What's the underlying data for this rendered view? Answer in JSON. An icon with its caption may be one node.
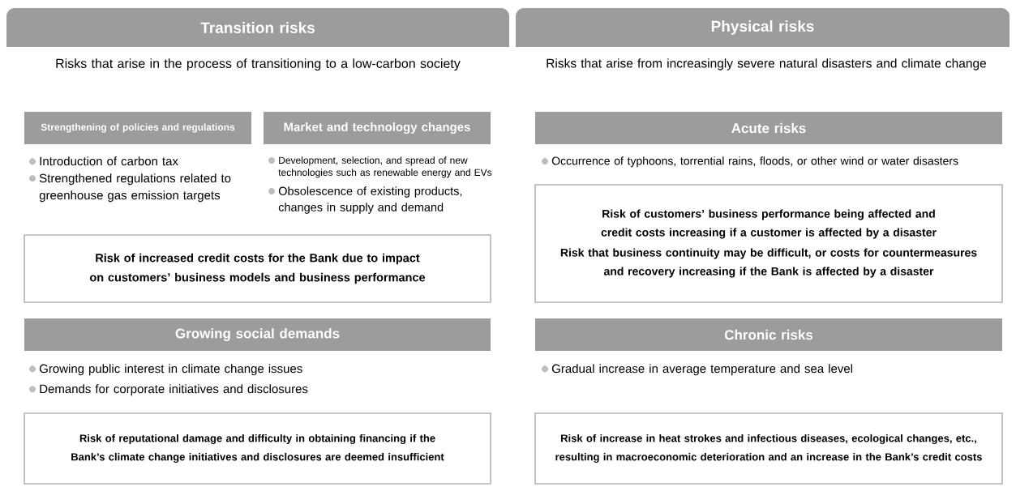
{
  "diagram": {
    "nodes": [
      {
        "text": [
          "Transition risks"
        ]
      },
      {
        "text": [
          "Physical risks"
        ]
      },
      {
        "text": [
          "Strengthening of policies and regulations"
        ]
      },
      {
        "text": [
          "Market and technology changes"
        ]
      },
      {
        "text": [
          "Risk of increased credit costs for the Bank due to impact on customers’ business models and business performance"
        ]
      },
      {
        "text": [
          "Growing social demands"
        ]
      },
      {
        "text": [
          "Risk of reputational damage and difficulty in obtaining financing if the Bank’s climate change initiatives and disclosures are deemed insufficient"
        ]
      },
      {
        "text": [
          "Acute risks"
        ]
      },
      {
        "text": [
          "Risk of customers’ business performance being affected and credit costs increasing if a customer is affected by a disaster",
          "Risk that business continuity may be difficult, or costs for countermeasures and recovery increasing if the Bank is affected by a disaster"
        ]
      },
      {
        "text": [
          "Chronic risks"
        ]
      },
      {
        "text": [
          "Risk of increase in heat strokes and infectious diseases, ecological changes, etc., resulting in macroeconomic deterioration and an increase in the Bank’s credit costs"
        ]
      }
    ],
    "labels": [
      "Risks that arise in the process of transitioning to a low-carbon society",
      "Risks that arise from increasingly severe natural disasters and climate change",
      "Introduction of carbon tax",
      "Strengthened regulations related to greenhouse gas emission targets",
      "Development, selection, and spread of new technologies such as renewable energy and EVs",
      "Obsolescence of existing products, changes in supply and demand",
      "Occurrence of typhoons, torrential rains, floods, or other wind or water disasters",
      "Growing public interest in climate change issues",
      "Demands for corporate initiatives and disclosures",
      "Gradual increase in average temperature and sea level"
    ]
  }
}
